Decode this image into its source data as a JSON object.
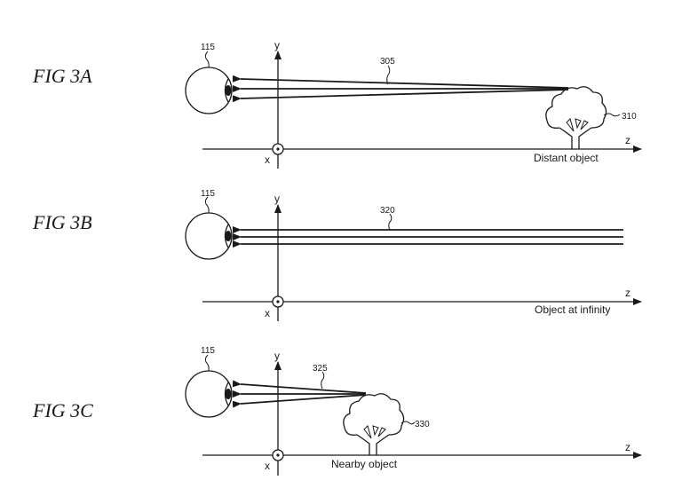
{
  "figures": [
    {
      "id": "3A",
      "label": "FIG 3A",
      "eye_ref": "115",
      "ray_ref": "305",
      "object_ref": "310",
      "caption": "Distant object",
      "ray_type": "converging",
      "has_tree": true
    },
    {
      "id": "3B",
      "label": "FIG 3B",
      "eye_ref": "115",
      "ray_ref": "320",
      "object_ref": "",
      "caption": "Object at infinity",
      "ray_type": "parallel",
      "has_tree": false
    },
    {
      "id": "3C",
      "label": "FIG 3C",
      "eye_ref": "115",
      "ray_ref": "325",
      "object_ref": "330",
      "caption": "Nearby object",
      "ray_type": "converging",
      "has_tree": true
    }
  ],
  "axes": {
    "x_label": "x",
    "y_label": "y",
    "z_label": "z"
  }
}
